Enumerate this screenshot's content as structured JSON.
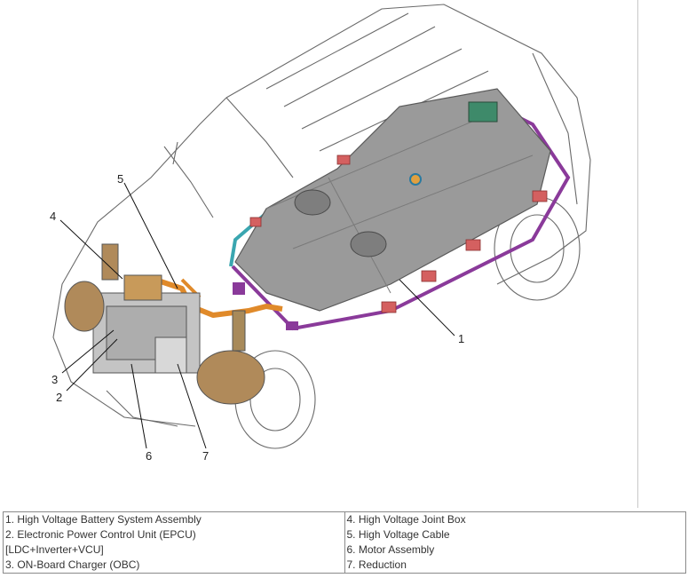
{
  "figure": {
    "callouts": [
      "1",
      "2",
      "3",
      "4",
      "5",
      "6",
      "7"
    ]
  },
  "legend": {
    "left": [
      "1. High Voltage Battery System Assembly",
      "2. Electronic Power Control Unit (EPCU)",
      "[LDC+Inverter+VCU]",
      "3. ON-Board Charger (OBC)"
    ],
    "right": [
      "4. High Voltage Joint Box",
      "5. High Voltage Cable",
      "6. Motor Assembly",
      "7. Reduction"
    ]
  },
  "colors": {
    "battery": "#9a9a9a",
    "frame_purple": "#8a3a9a",
    "cable_orange": "#e08a2a",
    "mount_red": "#d46060",
    "teal_edge": "#3aa6b0",
    "motor_bronze": "#b08a5a"
  }
}
